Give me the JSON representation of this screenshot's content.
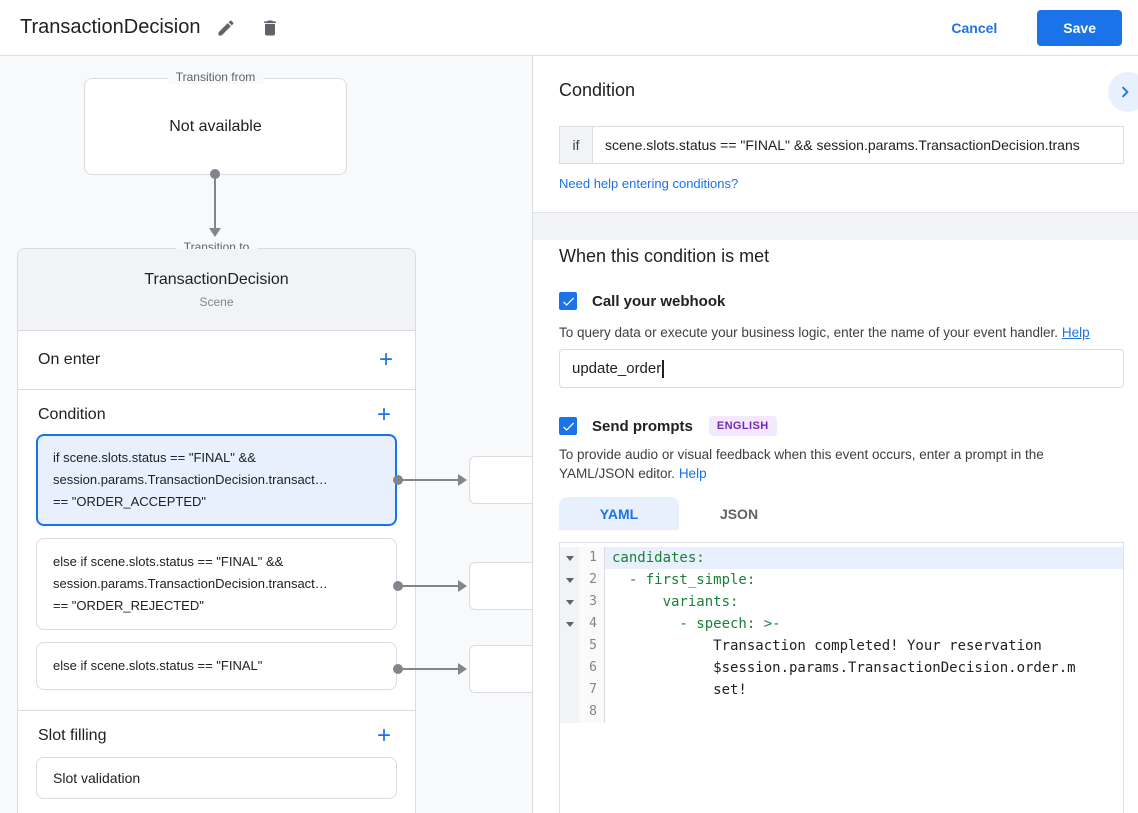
{
  "colors": {
    "accent": "#1a73e8",
    "selected_card_bg": "#e8f0fe",
    "selected_card_border": "#1a73e8",
    "badge_bg": "#f3e8fd",
    "badge_text": "#7627bb",
    "yaml_key_green": "#188038",
    "connector_gray": "#80868b"
  },
  "header": {
    "title": "TransactionDecision",
    "cancel": "Cancel",
    "save": "Save"
  },
  "flow": {
    "from_legend": "Transition from",
    "from_content": "Not available",
    "to_legend": "Transition to",
    "to_title": "TransactionDecision",
    "to_subtitle": "Scene",
    "on_enter_label": "On enter",
    "condition_label": "Condition",
    "slot_filling_label": "Slot filling",
    "slot_card": "Slot validation",
    "add_label": "+",
    "cards": [
      {
        "text": "if scene.slots.status == \"FINAL\" &&\nsession.params.TransactionDecision.transact…\n== \"ORDER_ACCEPTED\"",
        "selected": true
      },
      {
        "text": "else if scene.slots.status == \"FINAL\" &&\nsession.params.TransactionDecision.transact…\n== \"ORDER_REJECTED\"",
        "selected": false
      },
      {
        "text": "else if scene.slots.status == \"FINAL\"",
        "selected": false
      }
    ]
  },
  "panel": {
    "condition_title": "Condition",
    "if_label": "if",
    "expression": "scene.slots.status == \"FINAL\" && session.params.TransactionDecision.trans",
    "conditions_help": "Need help entering conditions?",
    "when_title": "When this condition is met",
    "webhook_label": "Call your webhook",
    "webhook_checked": true,
    "webhook_desc": "To query data or execute your business logic, enter the name of your event handler.",
    "help": "Help",
    "webhook_value": "update_order",
    "prompts_label": "Send prompts",
    "prompts_checked": true,
    "badge": "ENGLISH",
    "prompts_desc": "To provide audio or visual feedback when this event occurs, enter a prompt in the YAML/JSON editor.",
    "tabs": [
      {
        "label": "YAML",
        "active": true
      },
      {
        "label": "JSON",
        "active": false
      }
    ]
  },
  "editor": {
    "lines": [
      {
        "num": "1",
        "text": "candidates:"
      },
      {
        "num": "2",
        "text": "  - first_simple:"
      },
      {
        "num": "3",
        "text": "      variants:"
      },
      {
        "num": "4",
        "text": "        - speech: >-"
      },
      {
        "num": "5",
        "text": "            Transaction completed! Your reservation"
      },
      {
        "num": "6",
        "text": "            $session.params.TransactionDecision.order.m"
      },
      {
        "num": "7",
        "text": "            set!"
      },
      {
        "num": "8",
        "text": ""
      }
    ]
  }
}
